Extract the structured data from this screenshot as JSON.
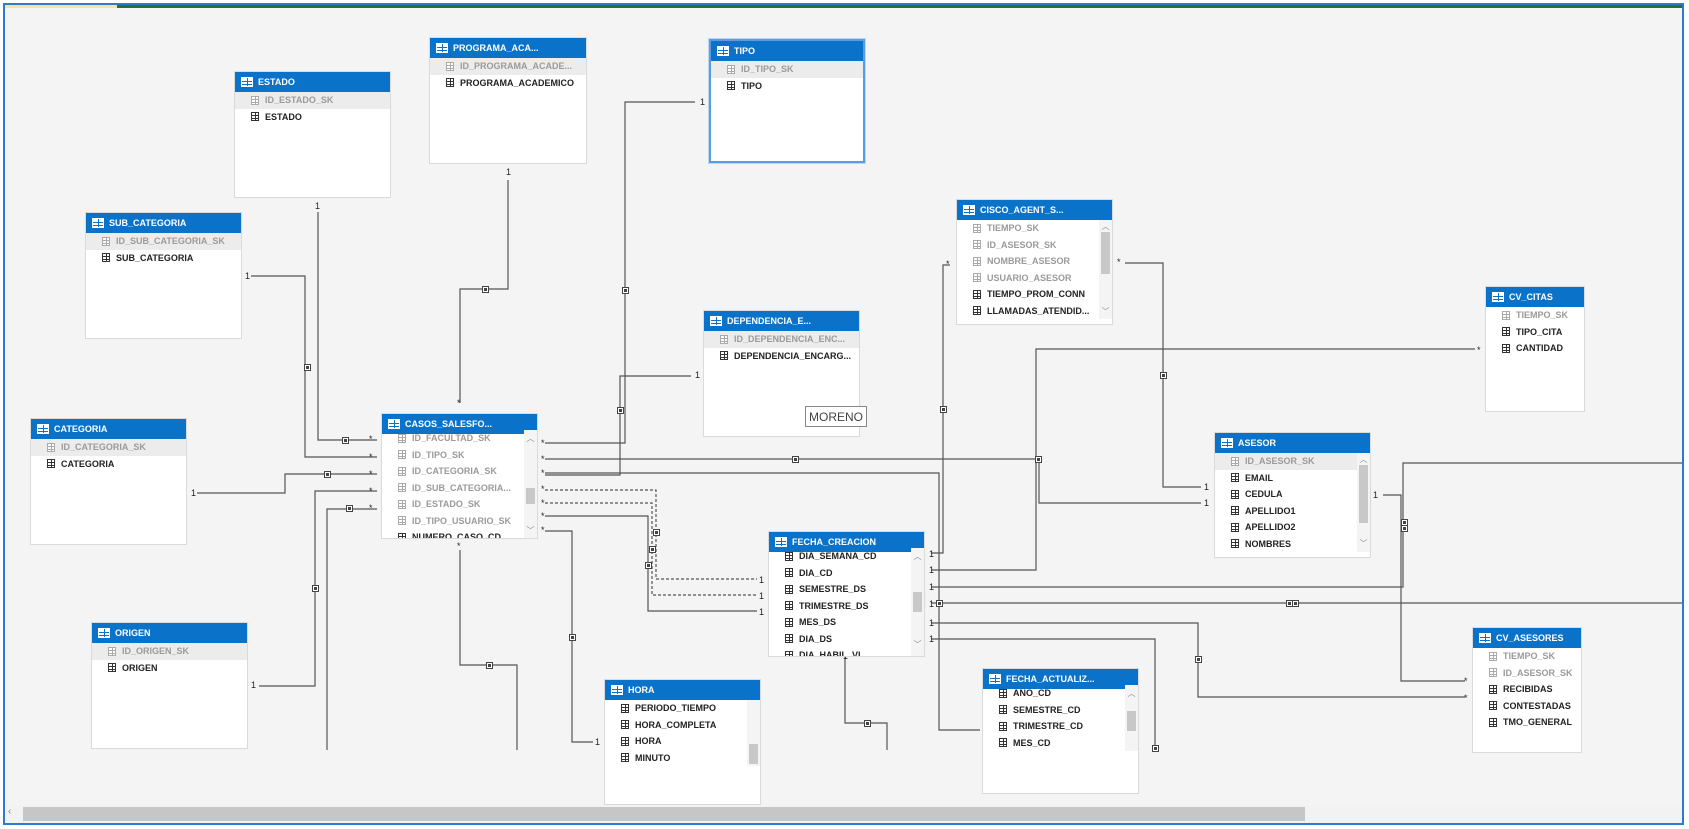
{
  "tables": {
    "programa": {
      "title": "PROGRAMA_ACA...",
      "columns": [
        {
          "label": "ID_PROGRAMA_ACADE...",
          "key": true
        },
        {
          "label": "PROGRAMA_ACADEMICO",
          "key": false
        }
      ]
    },
    "tipo": {
      "title": "TIPO",
      "columns": [
        {
          "label": "ID_TIPO_SK",
          "key": true
        },
        {
          "label": "TIPO",
          "key": false
        }
      ]
    },
    "estado": {
      "title": "ESTADO",
      "columns": [
        {
          "label": "ID_ESTADO_SK",
          "key": true
        },
        {
          "label": "ESTADO",
          "key": false
        }
      ]
    },
    "sub_categoria": {
      "title": "SUB_CATEGORIA",
      "columns": [
        {
          "label": "ID_SUB_CATEGORIA_SK",
          "key": true
        },
        {
          "label": "SUB_CATEGORIA",
          "key": false
        }
      ]
    },
    "cisco": {
      "title": "CISCO_AGENT_S...",
      "columns": [
        {
          "label": "TIEMPO_SK",
          "key": true
        },
        {
          "label": "ID_ASESOR_SK",
          "key": true
        },
        {
          "label": "NOMBRE_ASESOR",
          "key": true
        },
        {
          "label": "USUARIO_ASESOR",
          "key": true
        },
        {
          "label": "TIEMPO_PROM_CONN",
          "key": false
        },
        {
          "label": "LLAMADAS_ATENDID...",
          "key": false
        }
      ]
    },
    "dependencia": {
      "title": "DEPENDENCIA_E...",
      "columns": [
        {
          "label": "ID_DEPENDENCIA_ENC...",
          "key": true
        },
        {
          "label": "DEPENDENCIA_ENCARG...",
          "key": false
        }
      ]
    },
    "cv_citas": {
      "title": "CV_CITAS",
      "columns": [
        {
          "label": "TIEMPO_SK",
          "key": true
        },
        {
          "label": "TIPO_CITA",
          "key": false
        },
        {
          "label": "CANTIDAD",
          "key": false
        }
      ]
    },
    "categoria": {
      "title": "CATEGORIA",
      "columns": [
        {
          "label": "ID_CATEGORIA_SK",
          "key": true
        },
        {
          "label": "CATEGORIA",
          "key": false
        }
      ]
    },
    "casos": {
      "title": "CASOS_SALESFO...",
      "columns": [
        {
          "label": "ID_FACULTAD_SK",
          "key": true
        },
        {
          "label": "ID_TIPO_SK",
          "key": true
        },
        {
          "label": "ID_CATEGORIA_SK",
          "key": true
        },
        {
          "label": "ID_SUB_CATEGORIA...",
          "key": true
        },
        {
          "label": "ID_ESTADO_SK",
          "key": true
        },
        {
          "label": "ID_TIPO_USUARIO_SK",
          "key": true
        },
        {
          "label": "NUMERO_CASO_CD",
          "key": false
        }
      ]
    },
    "asesor": {
      "title": "ASESOR",
      "columns": [
        {
          "label": "ID_ASESOR_SK",
          "key": true
        },
        {
          "label": "EMAIL",
          "key": false
        },
        {
          "label": "CEDULA",
          "key": false
        },
        {
          "label": "APELLIDO1",
          "key": false
        },
        {
          "label": "APELLIDO2",
          "key": false
        },
        {
          "label": "NOMBRES",
          "key": false
        }
      ]
    },
    "fecha_creacion": {
      "title": "FECHA_CREACION",
      "columns": [
        {
          "label": "DIA_SEMANA_CD",
          "key": false
        },
        {
          "label": "DIA_CD",
          "key": false
        },
        {
          "label": "SEMESTRE_DS",
          "key": false
        },
        {
          "label": "TRIMESTRE_DS",
          "key": false
        },
        {
          "label": "MES_DS",
          "key": false
        },
        {
          "label": "DIA_DS",
          "key": false
        },
        {
          "label": "DIA_HABIL_VL",
          "key": false
        }
      ]
    },
    "origen": {
      "title": "ORIGEN",
      "columns": [
        {
          "label": "ID_ORIGEN_SK",
          "key": true
        },
        {
          "label": "ORIGEN",
          "key": false
        }
      ]
    },
    "hora": {
      "title": "HORA",
      "columns": [
        {
          "label": "PERIODO_TIEMPO",
          "key": false
        },
        {
          "label": "HORA_COMPLETA",
          "key": false
        },
        {
          "label": "HORA",
          "key": false
        },
        {
          "label": "MINUTO",
          "key": false
        }
      ]
    },
    "fecha_actualiz": {
      "title": "FECHA_ACTUALIZ...",
      "columns": [
        {
          "label": "ANO_CD",
          "key": false
        },
        {
          "label": "SEMESTRE_CD",
          "key": false
        },
        {
          "label": "TRIMESTRE_CD",
          "key": false
        },
        {
          "label": "MES_CD",
          "key": false
        }
      ]
    },
    "cv_asesores": {
      "title": "CV_ASESORES",
      "columns": [
        {
          "label": "TIEMPO_SK",
          "key": true
        },
        {
          "label": "ID_ASESOR_SK",
          "key": true
        },
        {
          "label": "RECIBIDAS",
          "key": false
        },
        {
          "label": "CONTESTADAS",
          "key": false
        },
        {
          "label": "TMO_GENERAL",
          "key": false
        }
      ]
    }
  },
  "tooltip": {
    "text": "MORENO"
  },
  "cardinality": {
    "one": "1",
    "many": "*"
  }
}
